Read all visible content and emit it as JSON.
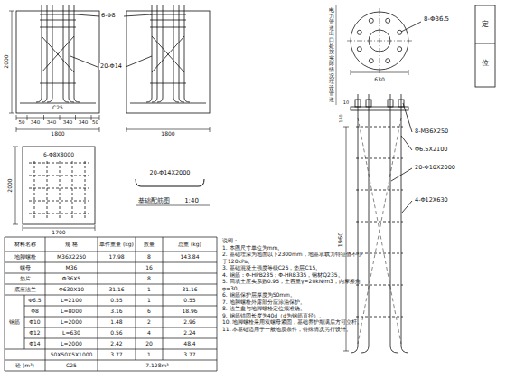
{
  "diagram": {
    "labels": [
      "6-Φ8",
      "20-Φ14",
      "2000",
      "C25",
      "50",
      "340",
      "340",
      "340",
      "340",
      "50",
      "1800",
      "1800",
      "2000",
      "6-Φ8X8000",
      "1700",
      "20-Φ14X2000",
      "基础配筋图",
      "1:40",
      "8-Φ36.5",
      "630",
      "电力管道出口处按实际情况埋设管道",
      "定",
      "位",
      "8-M36X250",
      "Φ6.5X2100",
      "20-Φ10X2000",
      "4-Φ12X630",
      "1960",
      "10",
      "140",
      "材料名称",
      "规 格",
      "单件重量 (kg)",
      "数量",
      "总重 (kg)",
      "地脚螺栓",
      "M36X2250",
      "17.98",
      "8",
      "143.84",
      "螺母",
      "M36",
      "16",
      "垫片",
      "Φ36X5",
      "8",
      "底座法兰",
      "Φ630X10",
      "31.16",
      "1",
      "31.16",
      "钢筋",
      "Φ6.5",
      "L=2100",
      "0.55",
      "1",
      "0.55",
      "Φ8",
      "L=8000",
      "3.16",
      "6",
      "18.96",
      "Φ10",
      "L=2000",
      "1.48",
      "2",
      "2.96",
      "Φ12",
      "L=630",
      "0.56",
      "4",
      "2.24",
      "Φ14",
      "L=2000",
      "2.42",
      "20",
      "48.4",
      "50X50X5X1000",
      "3.77",
      "1",
      "3.77",
      "砼 (m³)",
      "C25",
      "7.128m³",
      "说明：",
      "1. 本图尺寸单位为mm。",
      "2. 基础埋深为地面以下2300mm，地基承载力特征值不小于120kPa。",
      "3. 基础混凝土强度等级C25，垫层C15。",
      "4. 钢筋：Φ-HPB235；Φ-HRB335，钢材Q235。",
      "5. 回填土压实系数0.95，土容重γ=20kN/m3，内摩擦角φ=30。",
      "6. 钢筋保护层厚度为50mm。",
      "7. 地脚螺栓外露部分应涂油保护。",
      "8. 法兰盘与地脚螺栓定位须准确。",
      "9. 钢筋锚固长度为40d（d为钢筋直径）。",
      "10. 地脚螺栓采用双螺母紧固，基础养护期满后方可立杆。",
      "11. 本基础适用于一般地质条件，特殊情况另行设计。"
    ]
  }
}
